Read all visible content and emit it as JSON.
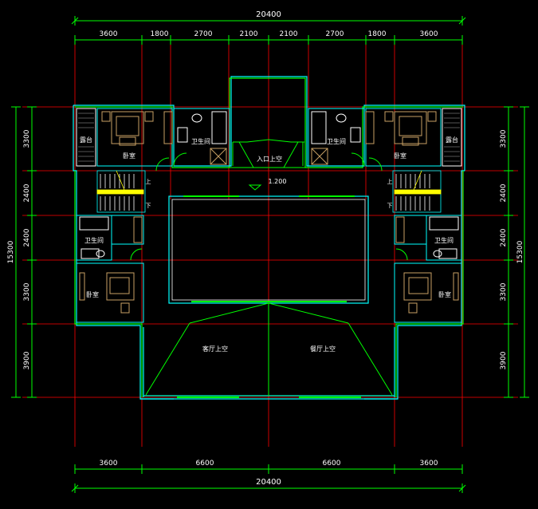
{
  "colors": {
    "background": "#000000",
    "dimension": "#00ff00",
    "dim_text": "#ffffff",
    "axis": "#ff0000",
    "wall": "#00ffff",
    "wall_inner": "#ffffff",
    "furniture": "#c8a064",
    "stair": "#ffff00",
    "room_text": "#ffffff"
  },
  "dimensions": {
    "top_total": "20400",
    "top_segments": [
      "3600",
      "1800",
      "2700",
      "2100",
      "2100",
      "2700",
      "1800",
      "3600"
    ],
    "bottom_segments": [
      "3600",
      "6600",
      "6600",
      "3600"
    ],
    "bottom_total": "20400",
    "left_segments": [
      "3300",
      "2400",
      "2400",
      "3300",
      "3900"
    ],
    "left_total": "15300",
    "right_segments": [
      "3300",
      "2400",
      "2400",
      "3300",
      "3900"
    ],
    "right_total": "15300"
  },
  "rooms": {
    "balcony_left": "露台",
    "balcony_right": "露台",
    "bedroom_top_left": "卧室",
    "bedroom_top_right": "卧室",
    "bath_top_left": "卫生间",
    "bath_top_right": "卫生间",
    "entrance_void": "入口上空",
    "bath_mid_left": "卫生间",
    "bath_mid_right": "卫生间",
    "bedroom_bot_left": "卧室",
    "bedroom_bot_right": "卧室",
    "living_void": "客厅上空",
    "dining_void": "餐厅上空"
  },
  "stairs": {
    "up_left": "上",
    "down_left": "下",
    "up_right": "上",
    "down_right": "下"
  },
  "level_mark": "1.200"
}
